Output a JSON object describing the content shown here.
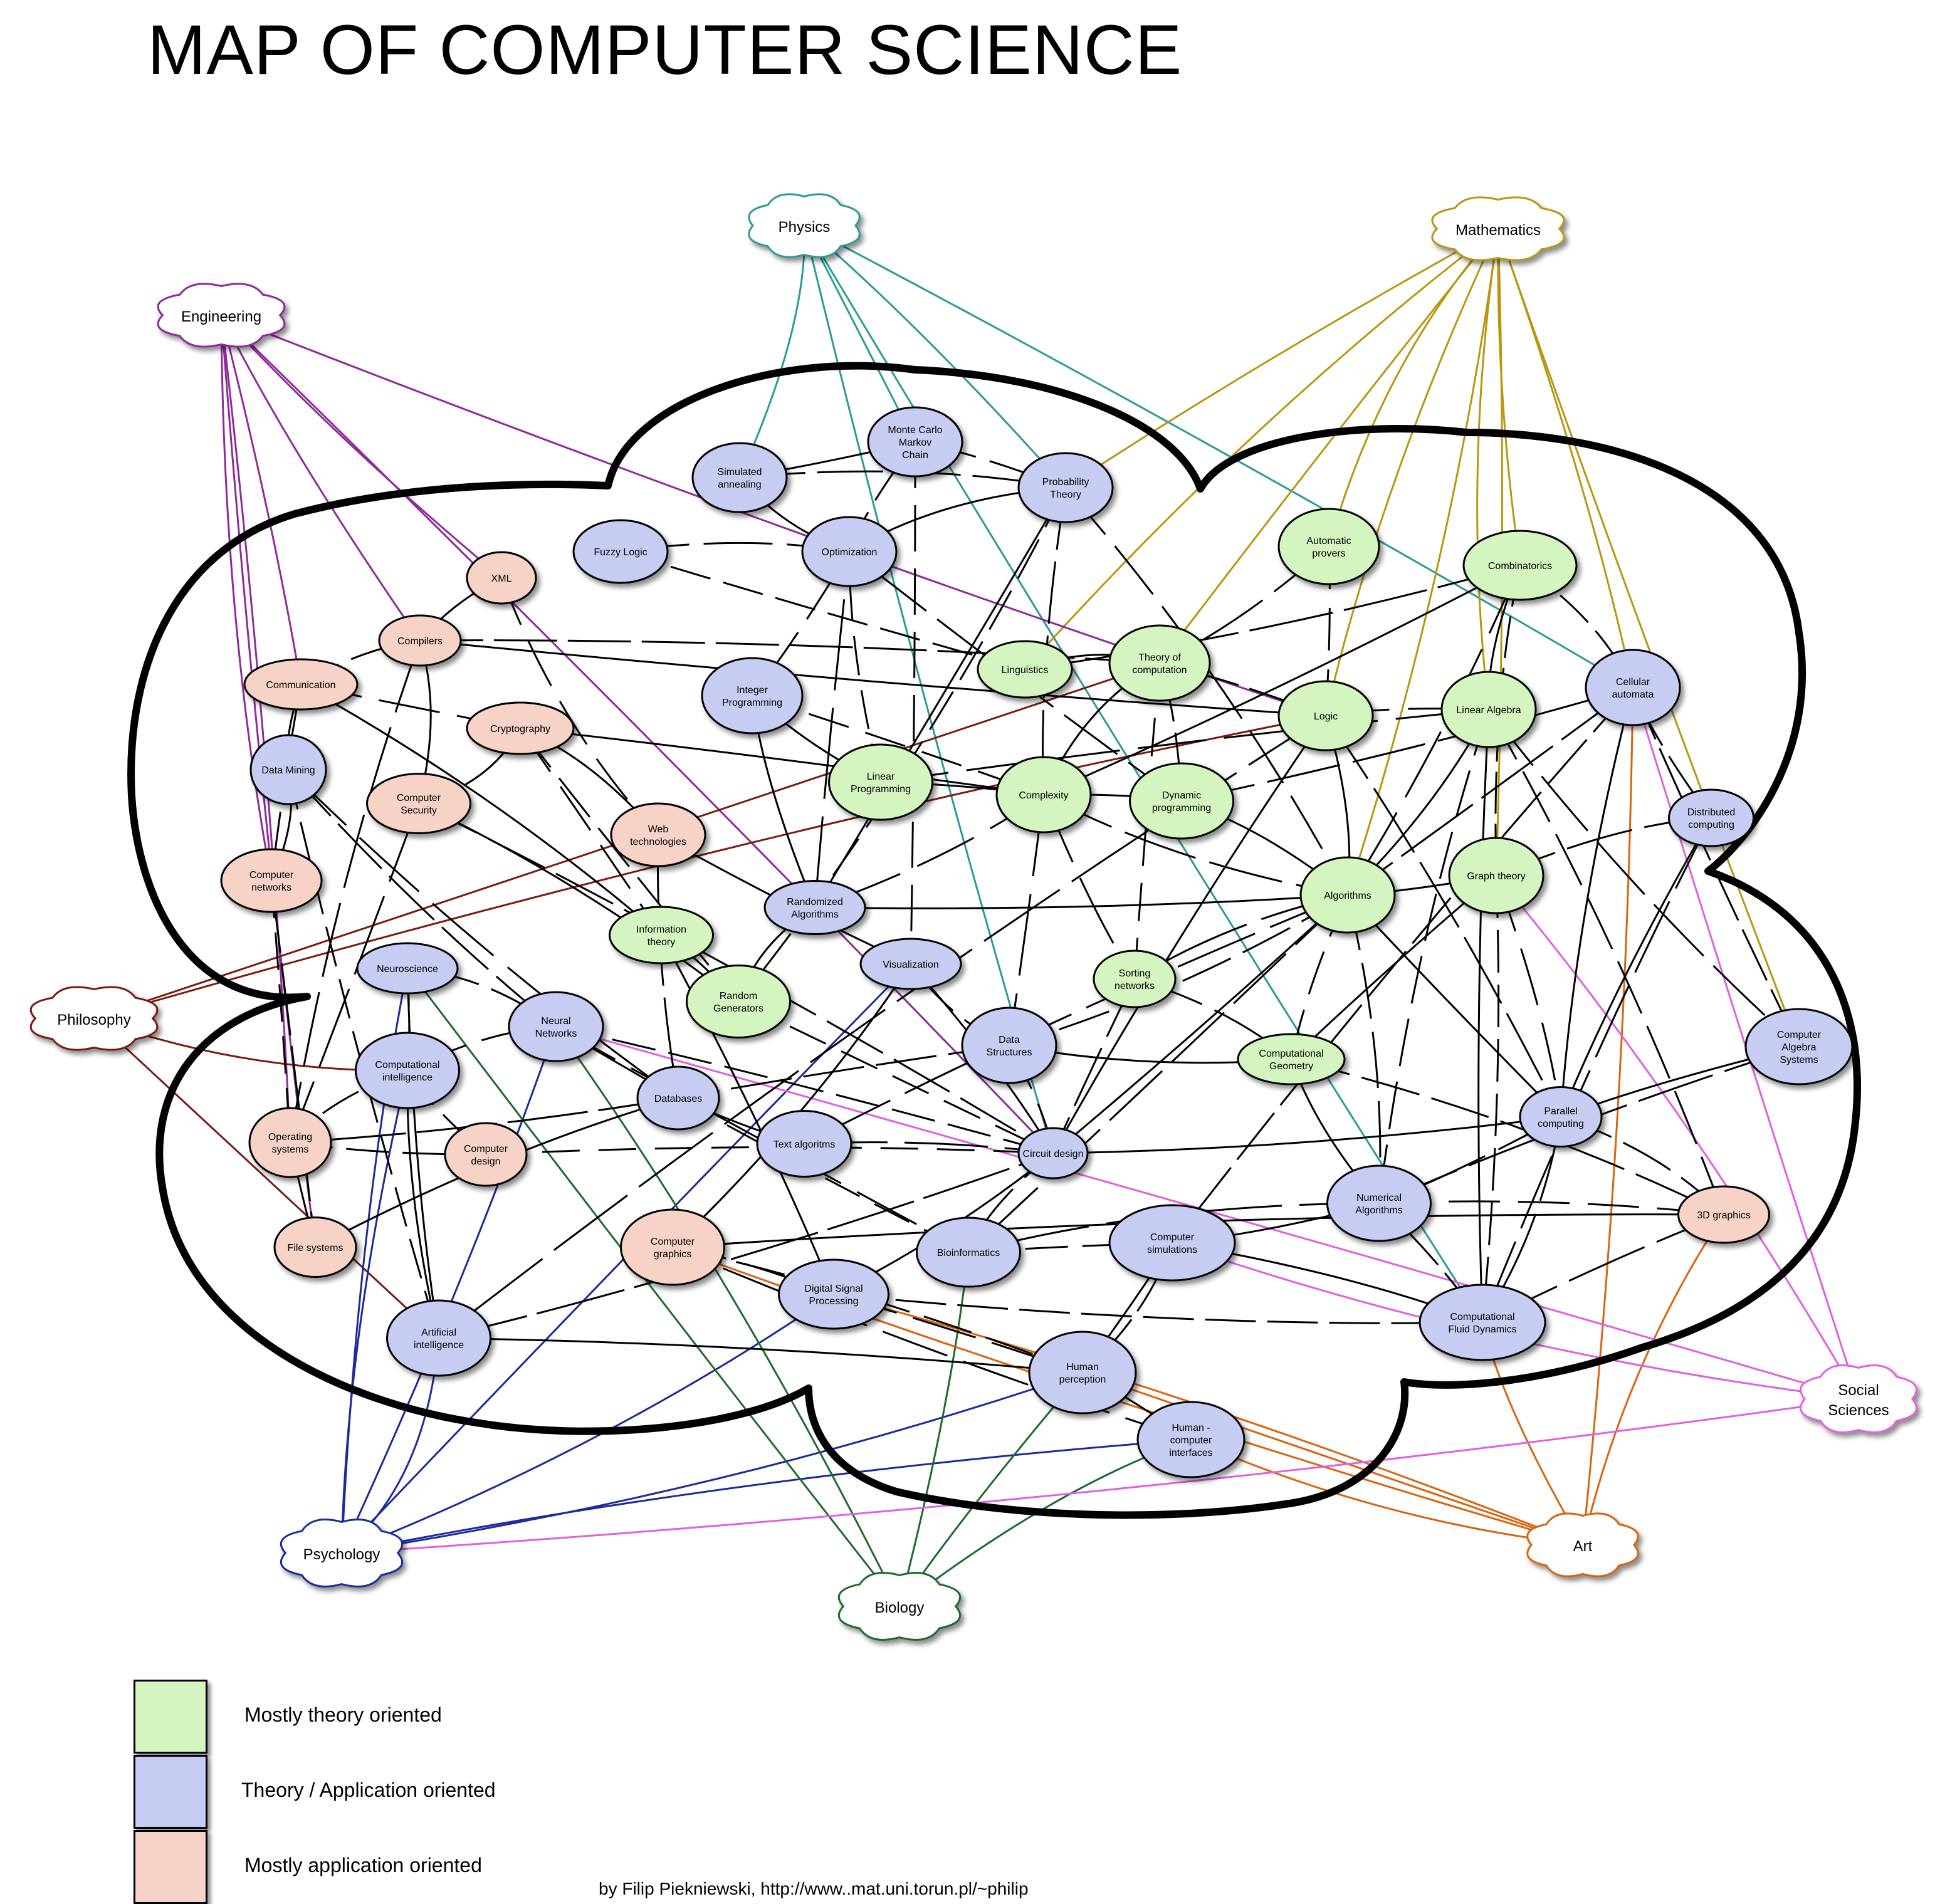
{
  "title": "MAP OF COMPUTER SCIENCE",
  "credit": "by Filip Piekniewski, http://www..mat.uni.torun.pl/~philip",
  "colors": {
    "theory": "#d4f5bf",
    "theory_application": "#c7cdf2",
    "application": "#f6d3c6",
    "physics": "#2a9b96",
    "mathematics": "#b8960e",
    "engineering": "#8e2a9a",
    "philosophy": "#7a1a10",
    "psychology": "#1c2a9a",
    "biology": "#1d6a2a",
    "art": "#d9640f",
    "social_sciences": "#e060e0"
  },
  "legend": [
    {
      "label": "Mostly theory oriented",
      "category": "theory"
    },
    {
      "label": "Theory / Application oriented",
      "category": "theory_application"
    },
    {
      "label": "Mostly application oriented",
      "category": "application"
    }
  ],
  "clouds": [
    {
      "id": "physics",
      "label": "Physics"
    },
    {
      "id": "mathematics",
      "label": "Mathematics"
    },
    {
      "id": "engineering",
      "label": "Engineering"
    },
    {
      "id": "philosophy",
      "label": "Philosophy"
    },
    {
      "id": "social_sciences",
      "label": "Social Sciences"
    },
    {
      "id": "psychology",
      "label": "Psychology"
    },
    {
      "id": "biology",
      "label": "Biology"
    },
    {
      "id": "art",
      "label": "Art"
    }
  ],
  "nodes": [
    {
      "id": "mcmc",
      "label": "Monte Carlo Markov Chain",
      "category": "theory_application"
    },
    {
      "id": "simann",
      "label": "Simulated annealing",
      "category": "theory_application"
    },
    {
      "id": "probability",
      "label": "Probability Theory",
      "category": "theory_application"
    },
    {
      "id": "fuzzy",
      "label": "Fuzzy Logic",
      "category": "theory_application"
    },
    {
      "id": "optimization",
      "label": "Optimization",
      "category": "theory_application"
    },
    {
      "id": "xml",
      "label": "XML",
      "category": "application"
    },
    {
      "id": "compilers",
      "label": "Compilers",
      "category": "application"
    },
    {
      "id": "communication",
      "label": "Communication",
      "category": "application"
    },
    {
      "id": "cryptography",
      "label": "Cryptography",
      "category": "application"
    },
    {
      "id": "automatic_provers",
      "label": "Automatic provers",
      "category": "theory"
    },
    {
      "id": "combinatorics",
      "label": "Combinatorics",
      "category": "theory"
    },
    {
      "id": "linguistics",
      "label": "Linguistics",
      "category": "theory"
    },
    {
      "id": "theory_computation",
      "label": "Theory of computation",
      "category": "theory"
    },
    {
      "id": "integer_programming",
      "label": "Integer Programming",
      "category": "theory_application"
    },
    {
      "id": "logic",
      "label": "Logic",
      "category": "theory"
    },
    {
      "id": "linear_algebra",
      "label": "Linear Algebra",
      "category": "theory"
    },
    {
      "id": "cellular_automata",
      "label": "Cellular automata",
      "category": "theory_application"
    },
    {
      "id": "data_mining",
      "label": "Data Mining",
      "category": "theory_application"
    },
    {
      "id": "computer_security",
      "label": "Computer Security",
      "category": "application"
    },
    {
      "id": "web_tech",
      "label": "Web technologies",
      "category": "application"
    },
    {
      "id": "linear_programming",
      "label": "Linear Programming",
      "category": "theory"
    },
    {
      "id": "complexity",
      "label": "Complexity",
      "category": "theory"
    },
    {
      "id": "dynamic_programming",
      "label": "Dynamic programming",
      "category": "theory"
    },
    {
      "id": "distributed_computing",
      "label": "Distributed computing",
      "category": "theory_application"
    },
    {
      "id": "computer_networks",
      "label": "Computer networks",
      "category": "application"
    },
    {
      "id": "graph_theory",
      "label": "Graph theory",
      "category": "theory"
    },
    {
      "id": "algorithms",
      "label": "Algorithms",
      "category": "theory"
    },
    {
      "id": "randomized_algorithms",
      "label": "Randomized Algorithms",
      "category": "theory_application"
    },
    {
      "id": "information_theory",
      "label": "Information theory",
      "category": "theory"
    },
    {
      "id": "neuroscience",
      "label": "Neuroscience",
      "category": "theory_application"
    },
    {
      "id": "visualization",
      "label": "Visualization",
      "category": "theory_application"
    },
    {
      "id": "sorting_networks",
      "label": "Sorting networks",
      "category": "theory"
    },
    {
      "id": "random_generators",
      "label": "Random Generators",
      "category": "theory"
    },
    {
      "id": "neural_networks",
      "label": "Neural Networks",
      "category": "theory_application"
    },
    {
      "id": "data_structures",
      "label": "Data Structures",
      "category": "theory_application"
    },
    {
      "id": "computational_geometry",
      "label": "Computational Geometry",
      "category": "theory"
    },
    {
      "id": "computer_algebra",
      "label": "Computer Algebra Systems",
      "category": "theory_application"
    },
    {
      "id": "computational_intelligence",
      "label": "Computational intelligence",
      "category": "theory_application"
    },
    {
      "id": "databases",
      "label": "Databases",
      "category": "theory_application"
    },
    {
      "id": "parallel_computing",
      "label": "Parallel computing",
      "category": "theory_application"
    },
    {
      "id": "operating_systems",
      "label": "Operating systems",
      "category": "application"
    },
    {
      "id": "computer_design",
      "label": "Computer design",
      "category": "application"
    },
    {
      "id": "text_algorithms",
      "label": "Text algoritms",
      "category": "theory_application"
    },
    {
      "id": "circuit_design",
      "label": "Circuit design",
      "category": "theory_application"
    },
    {
      "id": "numerical_algorithms",
      "label": "Numerical Algorithms",
      "category": "theory_application"
    },
    {
      "id": "graphics_3d",
      "label": "3D graphics",
      "category": "application"
    },
    {
      "id": "file_systems",
      "label": "File systems",
      "category": "application"
    },
    {
      "id": "computer_graphics",
      "label": "Computer graphics",
      "category": "application"
    },
    {
      "id": "bioinformatics",
      "label": "Bioinformatics",
      "category": "theory_application"
    },
    {
      "id": "computer_simulations",
      "label": "Computer simulations",
      "category": "theory_application"
    },
    {
      "id": "dsp",
      "label": "Digital Signal Processing",
      "category": "theory_application"
    },
    {
      "id": "cfd",
      "label": "Computational Fluid Dynamics",
      "category": "theory_application"
    },
    {
      "id": "artificial_intelligence",
      "label": "Artificial intelligence",
      "category": "theory_application"
    },
    {
      "id": "human_perception",
      "label": "Human perception",
      "category": "theory_application"
    },
    {
      "id": "hci",
      "label": "Human - computer interfaces",
      "category": "theory_application"
    }
  ],
  "edges": [
    [
      "mcmc",
      "simann"
    ],
    [
      "mcmc",
      "probability"
    ],
    [
      "mcmc",
      "optimization"
    ],
    [
      "simann",
      "optimization"
    ],
    [
      "simann",
      "probability"
    ],
    [
      "fuzzy",
      "optimization"
    ],
    [
      "probability",
      "optimization"
    ],
    [
      "probability",
      "random_generators"
    ],
    [
      "probability",
      "algorithms"
    ],
    [
      "probability",
      "randomized_algorithms"
    ],
    [
      "probability",
      "complexity"
    ],
    [
      "mcmc",
      "visualization"
    ],
    [
      "xml",
      "compilers"
    ],
    [
      "xml",
      "web_tech"
    ],
    [
      "compilers",
      "communication"
    ],
    [
      "compilers",
      "logic"
    ],
    [
      "compilers",
      "theory_computation"
    ],
    [
      "compilers",
      "operating_systems"
    ],
    [
      "compilers",
      "computer_security"
    ],
    [
      "communication",
      "cryptography"
    ],
    [
      "communication",
      "computer_networks"
    ],
    [
      "communication",
      "information_theory"
    ],
    [
      "communication",
      "data_mining"
    ],
    [
      "cryptography",
      "computer_security"
    ],
    [
      "cryptography",
      "web_tech"
    ],
    [
      "cryptography",
      "random_generators"
    ],
    [
      "cryptography",
      "information_theory"
    ],
    [
      "cryptography",
      "complexity"
    ],
    [
      "automatic_provers",
      "logic"
    ],
    [
      "automatic_provers",
      "theory_computation"
    ],
    [
      "combinatorics",
      "linear_algebra"
    ],
    [
      "combinatorics",
      "cellular_automata"
    ],
    [
      "combinatorics",
      "algorithms"
    ],
    [
      "combinatorics",
      "complexity"
    ],
    [
      "combinatorics",
      "graph_theory"
    ],
    [
      "combinatorics",
      "linguistics"
    ],
    [
      "linguistics",
      "theory_computation"
    ],
    [
      "linguistics",
      "fuzzy"
    ],
    [
      "theory_computation",
      "logic"
    ],
    [
      "theory_computation",
      "complexity"
    ],
    [
      "theory_computation",
      "dynamic_programming"
    ],
    [
      "theory_computation",
      "sorting_networks"
    ],
    [
      "integer_programming",
      "linear_programming"
    ],
    [
      "integer_programming",
      "optimization"
    ],
    [
      "integer_programming",
      "complexity"
    ],
    [
      "integer_programming",
      "randomized_algorithms"
    ],
    [
      "linear_programming",
      "optimization"
    ],
    [
      "linear_programming",
      "linear_algebra"
    ],
    [
      "linear_programming",
      "complexity"
    ],
    [
      "complexity",
      "algorithms"
    ],
    [
      "complexity",
      "randomized_algorithms"
    ],
    [
      "complexity",
      "dynamic_programming"
    ],
    [
      "complexity",
      "data_structures"
    ],
    [
      "complexity",
      "sorting_networks"
    ],
    [
      "dynamic_programming",
      "algorithms"
    ],
    [
      "dynamic_programming",
      "cellular_automata"
    ],
    [
      "dynamic_programming",
      "optimization"
    ],
    [
      "logic",
      "algorithms"
    ],
    [
      "logic",
      "linear_algebra"
    ],
    [
      "logic",
      "parallel_computing"
    ],
    [
      "logic",
      "circuit_design"
    ],
    [
      "logic",
      "artificial_intelligence"
    ],
    [
      "linear_algebra",
      "numerical_algorithms"
    ],
    [
      "linear_algebra",
      "cfd"
    ],
    [
      "linear_algebra",
      "computer_algebra"
    ],
    [
      "linear_algebra",
      "graphics_3d"
    ],
    [
      "linear_algebra",
      "algorithms"
    ],
    [
      "cellular_automata",
      "distributed_computing"
    ],
    [
      "cellular_automata",
      "computer_algebra"
    ],
    [
      "cellular_automata",
      "parallel_computing"
    ],
    [
      "cellular_automata",
      "algorithms"
    ],
    [
      "cellular_automata",
      "computer_simulations"
    ],
    [
      "distributed_computing",
      "parallel_computing"
    ],
    [
      "distributed_computing",
      "graph_theory"
    ],
    [
      "distributed_computing",
      "cfd"
    ],
    [
      "graph_theory",
      "algorithms"
    ],
    [
      "graph_theory",
      "parallel_computing"
    ],
    [
      "graph_theory",
      "cfd"
    ],
    [
      "graph_theory",
      "computational_geometry"
    ],
    [
      "algorithms",
      "data_structures"
    ],
    [
      "algorithms",
      "sorting_networks"
    ],
    [
      "algorithms",
      "randomized_algorithms"
    ],
    [
      "algorithms",
      "computational_geometry"
    ],
    [
      "algorithms",
      "numerical_algorithms"
    ],
    [
      "algorithms",
      "circuit_design"
    ],
    [
      "algorithms",
      "text_algorithms"
    ],
    [
      "algorithms",
      "bioinformatics"
    ],
    [
      "algorithms",
      "parallel_computing"
    ],
    [
      "data_mining",
      "databases"
    ],
    [
      "data_mining",
      "neural_networks"
    ],
    [
      "data_mining",
      "computer_networks"
    ],
    [
      "data_mining",
      "artificial_intelligence"
    ],
    [
      "computer_security",
      "operating_systems"
    ],
    [
      "computer_security",
      "random_generators"
    ],
    [
      "computer_security",
      "circuit_design"
    ],
    [
      "web_tech",
      "databases"
    ],
    [
      "web_tech",
      "visualization"
    ],
    [
      "computer_networks",
      "operating_systems"
    ],
    [
      "computer_networks",
      "file_systems"
    ],
    [
      "randomized_algorithms",
      "random_generators"
    ],
    [
      "randomized_algorithms",
      "optimization"
    ],
    [
      "information_theory",
      "random_generators"
    ],
    [
      "information_theory",
      "dsp"
    ],
    [
      "neuroscience",
      "computational_intelligence"
    ],
    [
      "neuroscience",
      "neural_networks"
    ],
    [
      "neuroscience",
      "artificial_intelligence"
    ],
    [
      "neural_networks",
      "computational_intelligence"
    ],
    [
      "neural_networks",
      "circuit_design"
    ],
    [
      "neural_networks",
      "databases"
    ],
    [
      "neural_networks",
      "bioinformatics"
    ],
    [
      "computational_intelligence",
      "operating_systems"
    ],
    [
      "computational_intelligence",
      "artificial_intelligence"
    ],
    [
      "computational_intelligence",
      "computer_design"
    ],
    [
      "visualization",
      "data_structures"
    ],
    [
      "visualization",
      "circuit_design"
    ],
    [
      "sorting_networks",
      "circuit_design"
    ],
    [
      "sorting_networks",
      "computational_geometry"
    ],
    [
      "data_structures",
      "computational_geometry"
    ],
    [
      "data_structures",
      "databases"
    ],
    [
      "data_structures",
      "circuit_design"
    ],
    [
      "computational_geometry",
      "numerical_algorithms"
    ],
    [
      "computational_geometry",
      "graphics_3d"
    ],
    [
      "computer_algebra",
      "numerical_algorithms"
    ],
    [
      "computer_algebra",
      "parallel_computing"
    ],
    [
      "databases",
      "bioinformatics"
    ],
    [
      "databases",
      "operating_systems"
    ],
    [
      "databases",
      "text_algorithms"
    ],
    [
      "parallel_computing",
      "graphics_3d"
    ],
    [
      "parallel_computing",
      "cfd"
    ],
    [
      "parallel_computing",
      "circuit_design"
    ],
    [
      "parallel_computing",
      "numerical_algorithms"
    ],
    [
      "operating_systems",
      "computer_design"
    ],
    [
      "operating_systems",
      "file_systems"
    ],
    [
      "computer_design",
      "circuit_design"
    ],
    [
      "numerical_algorithms",
      "graphics_3d"
    ],
    [
      "numerical_algorithms",
      "computer_simulations"
    ],
    [
      "numerical_algorithms",
      "cfd"
    ],
    [
      "numerical_algorithms",
      "bioinformatics"
    ],
    [
      "file_systems",
      "databases"
    ],
    [
      "computer_graphics",
      "dsp"
    ],
    [
      "computer_graphics",
      "human_perception"
    ],
    [
      "computer_graphics",
      "graphics_3d"
    ],
    [
      "bioinformatics",
      "computer_simulations"
    ],
    [
      "bioinformatics",
      "circuit_design"
    ],
    [
      "computer_simulations",
      "cfd"
    ],
    [
      "computer_simulations",
      "human_perception"
    ],
    [
      "dsp",
      "human_perception"
    ],
    [
      "dsp",
      "circuit_design"
    ],
    [
      "dsp",
      "cfd"
    ],
    [
      "cfd",
      "graphics_3d"
    ],
    [
      "artificial_intelligence",
      "human_perception"
    ],
    [
      "artificial_intelligence",
      "circuit_design"
    ],
    [
      "human_perception",
      "hci"
    ],
    [
      "human_perception",
      "computer_simulations"
    ],
    [
      "hci",
      "computer_graphics"
    ],
    [
      "text_algorithms",
      "circuit_design"
    ],
    [
      "visualization",
      "computer_graphics"
    ],
    [
      "random_generators",
      "circuit_design"
    ]
  ],
  "cloud_links": [
    {
      "cloud": "physics",
      "targets": [
        "simann",
        "mcmc",
        "probability",
        "cellular_automata",
        "circuit_design",
        "cfd"
      ]
    },
    {
      "cloud": "mathematics",
      "targets": [
        "probability",
        "linguistics",
        "theory_computation",
        "automatic_provers",
        "logic",
        "combinatorics",
        "linear_algebra",
        "cellular_automata",
        "computer_algebra",
        "graph_theory",
        "algorithms"
      ]
    },
    {
      "cloud": "engineering",
      "targets": [
        "xml",
        "compilers",
        "communication",
        "computer_networks",
        "operating_systems",
        "file_systems",
        "logic",
        "circuit_design"
      ]
    },
    {
      "cloud": "philosophy",
      "targets": [
        "computational_intelligence",
        "artificial_intelligence",
        "logic",
        "theory_computation"
      ]
    },
    {
      "cloud": "psychology",
      "targets": [
        "artificial_intelligence",
        "neuroscience",
        "neural_networks",
        "human_perception",
        "hci",
        "visualization",
        "computational_intelligence",
        "dsp"
      ]
    },
    {
      "cloud": "biology",
      "targets": [
        "neuroscience",
        "neural_networks",
        "bioinformatics",
        "human_perception",
        "hci"
      ]
    },
    {
      "cloud": "art",
      "targets": [
        "computer_graphics",
        "graphics_3d",
        "hci",
        "human_perception",
        "cellular_automata",
        "dsp",
        "cfd"
      ]
    },
    {
      "cloud": "social_sciences",
      "targets": [
        "cellular_automata",
        "graph_theory",
        "computer_simulations",
        "neural_networks",
        "psychology"
      ]
    }
  ]
}
